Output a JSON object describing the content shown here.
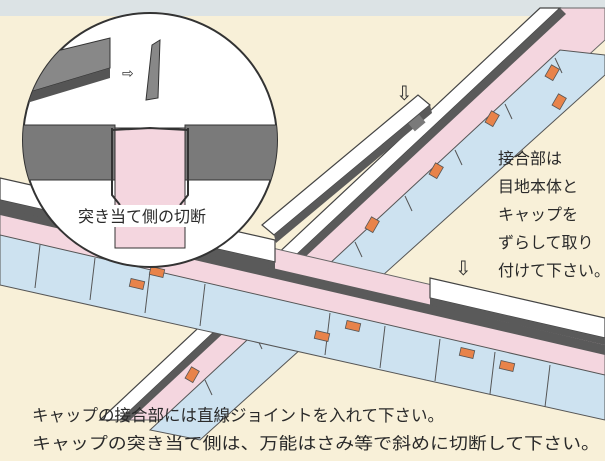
{
  "detail": {
    "arrow_glyph": "⇨",
    "label": "突き当て側の切断"
  },
  "side_note": {
    "lines": [
      "接合部は",
      "目地本体と",
      "キャップを",
      "ずらして取り",
      "付けて下さい。"
    ]
  },
  "caption": {
    "line1": "キャップの接合部には直線ジョイントを入れて下さい。",
    "line2": "キャップの突き当て側は、万能はさみ等で斜めに切断して下さい。"
  },
  "markers": {
    "down_arrow_glyph": "⇩"
  },
  "colors": {
    "background": "#f8f0d8",
    "top_band": "#dce3e5",
    "cap_gray": "#5a5a5a",
    "pink_body": "#f4d6df",
    "blue_fin": "#cde2f0",
    "orange_clip": "#e8834a"
  }
}
